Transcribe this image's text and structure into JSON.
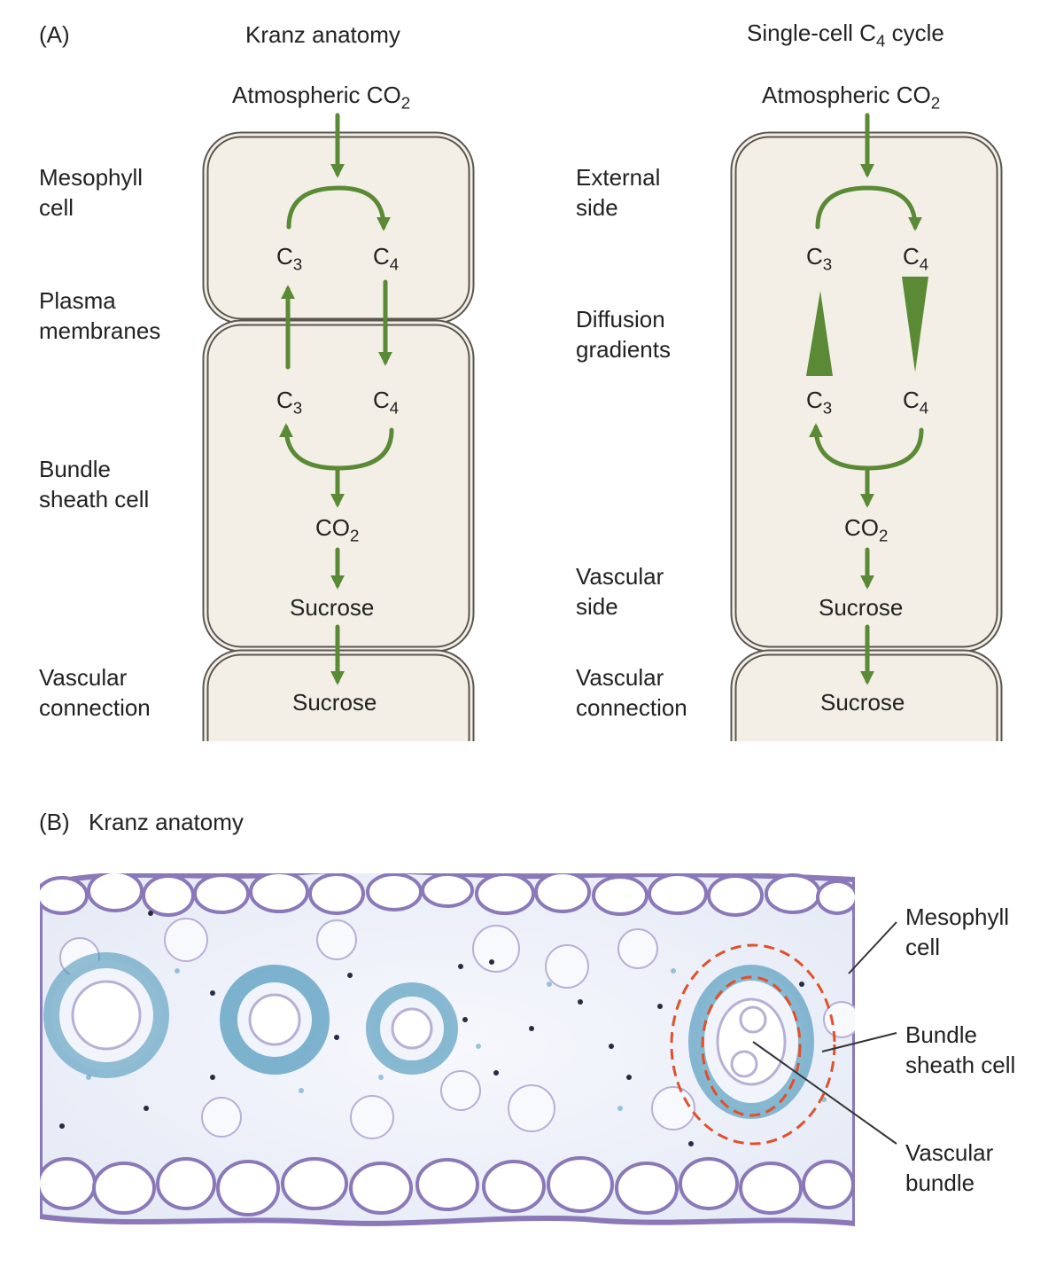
{
  "panel_a": {
    "label": "(A)",
    "kranz": {
      "title": "Kranz anatomy",
      "atmospheric": "Atmospheric CO",
      "atmospheric_sub": "2",
      "side_labels": {
        "mesophyll": "Mesophyll\ncell",
        "plasma": "Plasma\nmembranes",
        "bundle": "Bundle\nsheath cell",
        "vascular": "Vascular\nconnection"
      },
      "nodes": {
        "c3_top": "C",
        "c3_top_sub": "3",
        "c4_top": "C",
        "c4_top_sub": "4",
        "c3_bottom": "C",
        "c3_bottom_sub": "3",
        "c4_bottom": "C",
        "c4_bottom_sub": "4",
        "co2": "CO",
        "co2_sub": "2",
        "sucrose": "Sucrose",
        "sucrose_vascular": "Sucrose"
      }
    },
    "single": {
      "title": "Single-cell C",
      "title_sub": "4",
      "title_end": " cycle",
      "atmospheric": "Atmospheric CO",
      "atmospheric_sub": "2",
      "side_labels": {
        "external": "External\nside",
        "diffusion": "Diffusion\ngradients",
        "vascular_side": "Vascular\nside",
        "vascular": "Vascular\nconnection"
      },
      "nodes": {
        "c3_top": "C",
        "c3_top_sub": "3",
        "c4_top": "C",
        "c4_top_sub": "4",
        "c3_bottom": "C",
        "c3_bottom_sub": "3",
        "c4_bottom": "C",
        "c4_bottom_sub": "4",
        "co2": "CO",
        "co2_sub": "2",
        "sucrose": "Sucrose",
        "sucrose_vascular": "Sucrose"
      }
    }
  },
  "panel_b": {
    "label": "(B)",
    "title": "Kranz anatomy",
    "callouts": {
      "mesophyll": "Mesophyll\ncell",
      "bundle": "Bundle\nsheath cell",
      "vascular": "Vascular\nbundle"
    }
  },
  "colors": {
    "arrow_green": "#5a8a35",
    "cell_fill": "#f4efe6",
    "cell_border": "#5a5650",
    "micro_bg": "#eef1fa",
    "micro_cell_wall": "#8a78b8",
    "micro_stain": "#3f8fb5",
    "dashed_outline": "#e0512b"
  },
  "icons": [
    "arrow-icon",
    "curved-arrow-icon",
    "gradient-triangle-icon",
    "micrograph-image"
  ]
}
